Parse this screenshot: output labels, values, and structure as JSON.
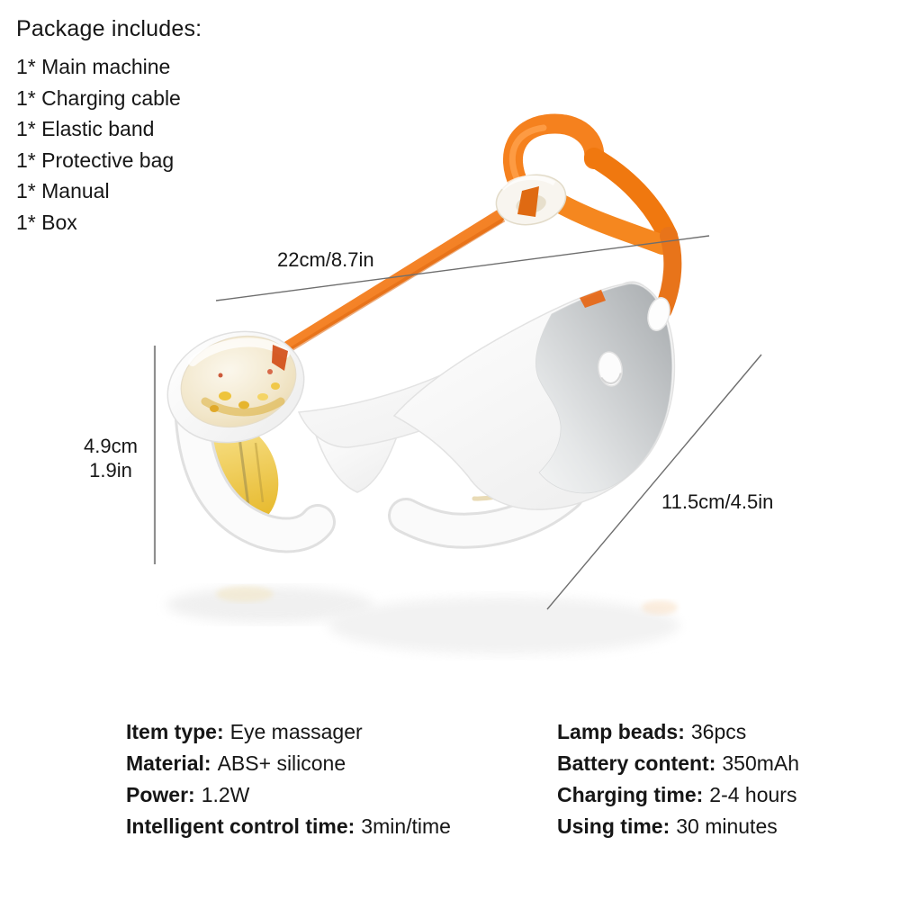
{
  "package": {
    "title": "Package includes:",
    "items": [
      "1* Main machine",
      "1* Charging cable",
      "1* Elastic band",
      "1* Protective bag",
      "1* Manual",
      "1* Box"
    ]
  },
  "dimensions": {
    "strap": "22cm/8.7in",
    "height_cm": "4.9cm",
    "height_in": "1.9in",
    "width": "11.5cm/4.5in"
  },
  "specs": {
    "left": [
      {
        "label": "Item type:",
        "value": "Eye massager"
      },
      {
        "label": "Material:",
        "value": "ABS+ silicone"
      },
      {
        "label": "Power:",
        "value": "1.2W"
      },
      {
        "label": "Intelligent control time:",
        "value": "3min/time"
      }
    ],
    "right": [
      {
        "label": "Lamp beads:",
        "value": "36pcs"
      },
      {
        "label": "Battery content:",
        "value": "350mAh"
      },
      {
        "label": "Charging time:",
        "value": "2-4 hours"
      },
      {
        "label": "Using time:",
        "value": "30 minutes"
      }
    ]
  },
  "product": {
    "description": "White eye massager goggles with yellow LED beads and orange adjustable elastic strap with white slider bead",
    "colors": {
      "strap": "#F5811E",
      "strap_dark": "#E2690F",
      "body": "#FFFFFF",
      "mirror": "#B7BABC",
      "led": "#EEC43C",
      "bead": "#F8F5EF",
      "annotation_line": "#6E6E6E"
    }
  }
}
